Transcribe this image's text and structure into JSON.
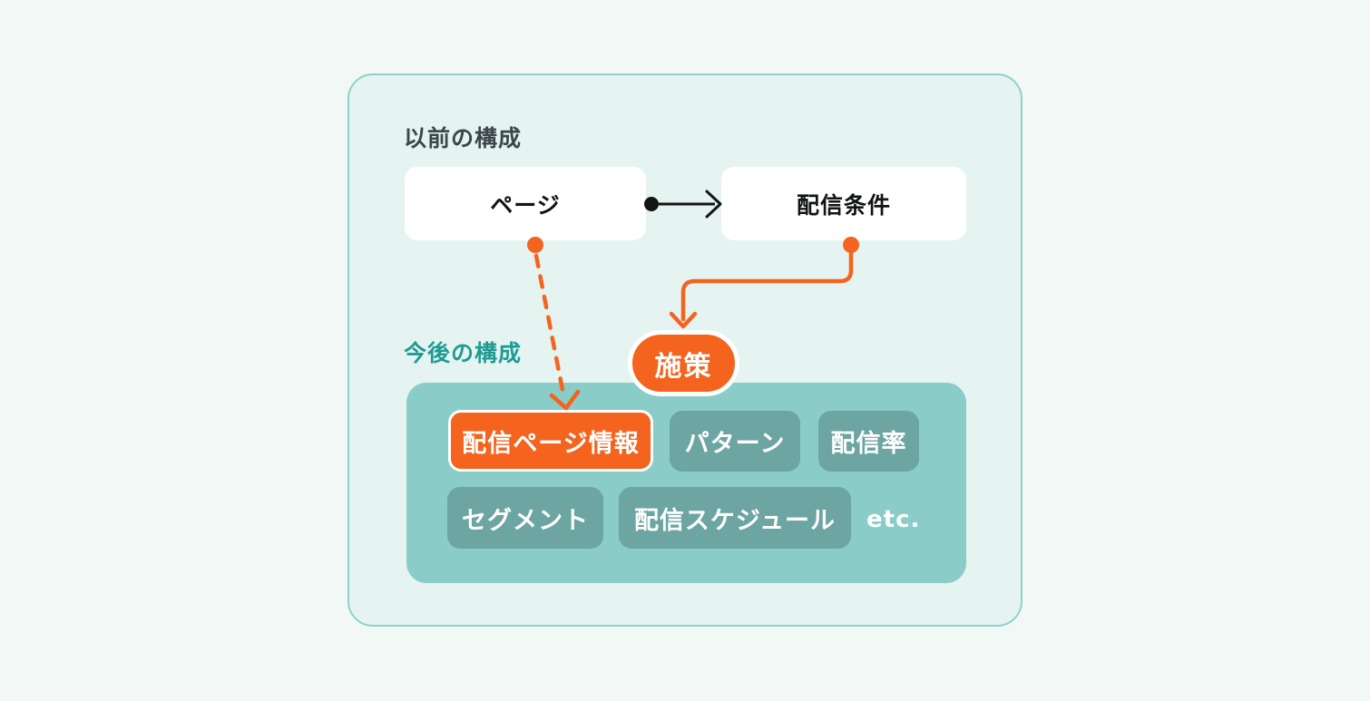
{
  "colors": {
    "accent_orange": "#f4641e",
    "teal_heading": "#1f9c94",
    "panel_background": "#e5f4f0",
    "panel_border": "#8fd1ca",
    "components_panel": "#8accc7",
    "chip_teal": "#6ca5a1",
    "dark_text": "#3b4749",
    "page_background": "#f1f8f5"
  },
  "diagram": {
    "before": {
      "heading": "以前の構成",
      "nodes": [
        {
          "label": "ページ"
        },
        {
          "label": "配信条件"
        }
      ]
    },
    "after": {
      "heading": "今後の構成",
      "measure_label": "施策",
      "chips": [
        {
          "label": "配信ページ情報",
          "highlight": true
        },
        {
          "label": "パターン",
          "highlight": false
        },
        {
          "label": "配信率",
          "highlight": false
        },
        {
          "label": "セグメント",
          "highlight": false
        },
        {
          "label": "配信スケジュール",
          "highlight": false
        }
      ],
      "etc_label": "etc."
    }
  }
}
